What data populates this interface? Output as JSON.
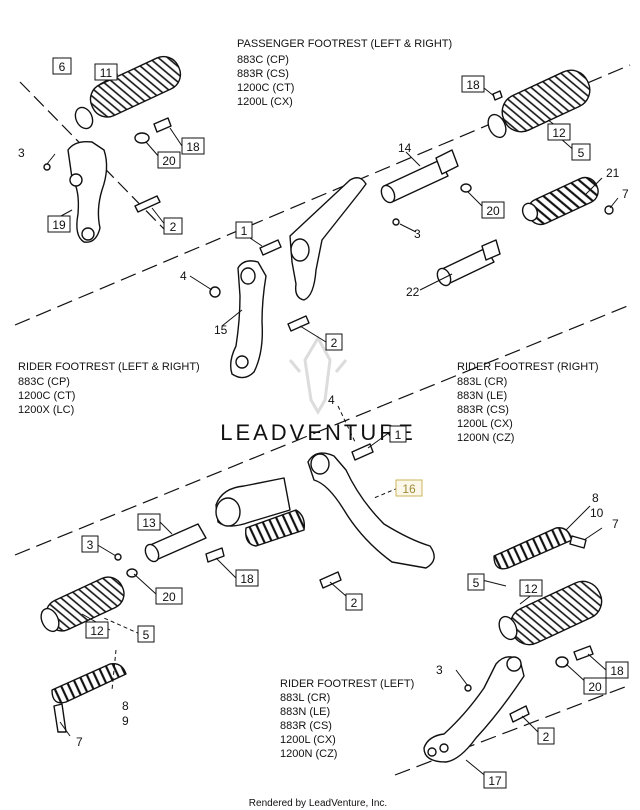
{
  "sections": {
    "passenger": {
      "title": "PASSENGER FOOTREST (LEFT & RIGHT)",
      "models": [
        "883C (CP)",
        "883R (CS)",
        "1200C (CT)",
        "1200L (CX)"
      ]
    },
    "rider_lr": {
      "title": "RIDER FOOTREST (LEFT & RIGHT)",
      "models": [
        "883C (CP)",
        "1200C (CT)",
        "1200X (LC)"
      ]
    },
    "rider_right": {
      "title": "RIDER FOOTREST (RIGHT)",
      "models": [
        "883L (CR)",
        "883N (LE)",
        "883R (CS)",
        "1200L (CX)",
        "1200N (CZ)"
      ]
    },
    "rider_left": {
      "title": "RIDER FOOTREST (LEFT)",
      "models": [
        "883L (CR)",
        "883N (LE)",
        "883R (CS)",
        "1200L (CX)",
        "1200N (CZ)"
      ]
    }
  },
  "callouts": {
    "c6": "6",
    "c11a": "11",
    "c3a": "3",
    "c20a": "20",
    "c18a": "18",
    "c19": "19",
    "c2a": "2",
    "c18b": "18",
    "c12a": "12",
    "c5a": "5",
    "c14": "14",
    "c20b": "20",
    "c3b": "3",
    "c21": "21",
    "c7a": "7",
    "c22": "22",
    "c1a": "1",
    "c4a": "4",
    "c15": "15",
    "c2b": "2",
    "c4b": "4",
    "c1b": "1",
    "c16": "16",
    "c13": "13",
    "c3c": "3",
    "c18c": "18",
    "c20c": "20",
    "c12b": "12",
    "c5b": "5",
    "c8a": "8",
    "c9": "9",
    "c7b": "7",
    "c2c": "2",
    "c8b": "8",
    "c10": "10",
    "c7c": "7",
    "c5c": "5",
    "c12c": "12",
    "c3d": "3",
    "c18d": "18",
    "c20d": "20",
    "c2d": "2",
    "c17": "17"
  },
  "watermark": "LEADVENTURE",
  "footer": "Rendered by LeadVenture, Inc.",
  "colors": {
    "ink": "#111111",
    "highlight": "#c8b45a",
    "watermark": "#d9d9d9"
  }
}
